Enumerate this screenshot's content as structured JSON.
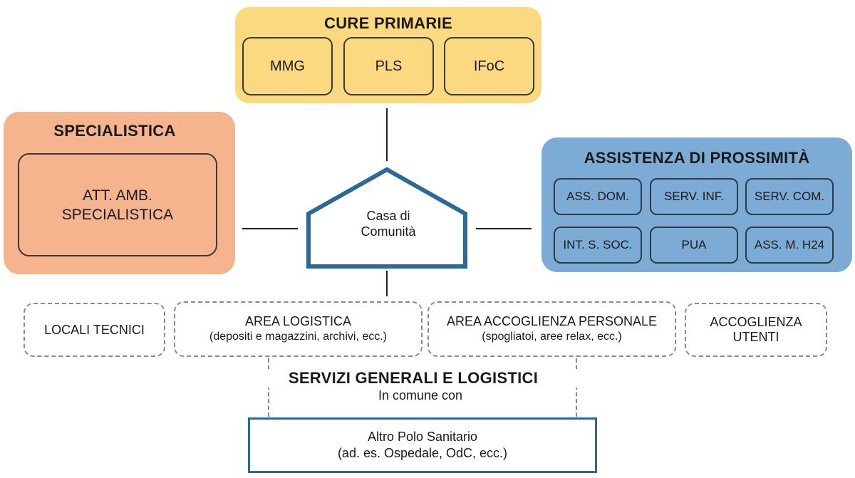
{
  "cure_primarie": {
    "title": "CURE PRIMARIE",
    "items": [
      "MMG",
      "PLS",
      "IFoC"
    ],
    "color": "#fad981"
  },
  "specialistica": {
    "title": "SPECIALISTICA",
    "item_line1": "ATT. AMB.",
    "item_line2": "SPECIALISTICA",
    "color": "#f5b48e"
  },
  "assistenza": {
    "title": "ASSISTENZA DI PROSSIMITÀ",
    "items": [
      "ASS. DOM.",
      "SERV. INF.",
      "SERV. COM.",
      "INT. S. SOC.",
      "PUA",
      "ASS. M. H24"
    ],
    "color": "#7cacd6"
  },
  "center": {
    "line1": "Casa di",
    "line2": "Comunità",
    "stroke_color": "#2b6a96"
  },
  "servizi": {
    "boxes": [
      {
        "title": "LOCALI TECNICI",
        "sub": ""
      },
      {
        "title": "AREA LOGISTICA",
        "sub": "(depositi e magazzini, archivi, ecc.)"
      },
      {
        "title": "AREA ACCOGLIENZA PERSONALE",
        "sub": "(spogliatoi, aree relax, ecc.)"
      },
      {
        "title_line1": "ACCOGLIENZA",
        "title_line2": "UTENTI"
      }
    ],
    "title": "SERVIZI GENERALI E LOGISTICI",
    "subtitle": "In comune con"
  },
  "altro_polo": {
    "line1": "Altro Polo Sanitario",
    "line2": "(ad. es. Ospedale, OdC, ecc.)"
  }
}
